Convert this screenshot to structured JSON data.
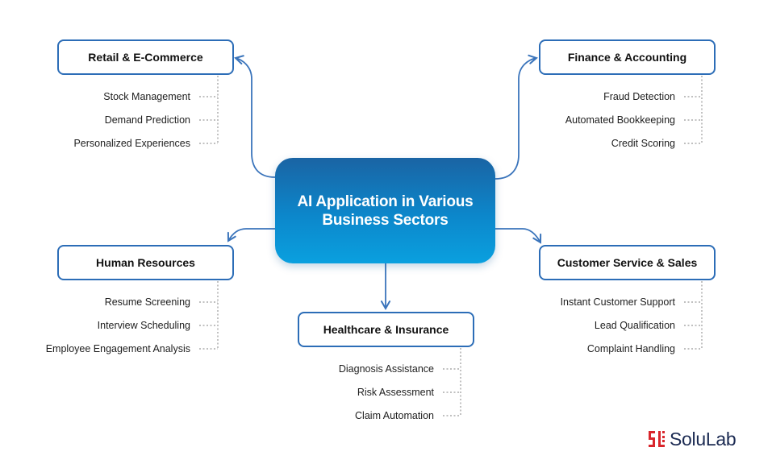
{
  "diagram": {
    "center": {
      "line1": "AI Application in Various",
      "line2": "Business Sectors"
    },
    "branches": [
      {
        "id": "retail",
        "title": "Retail & E-Commerce",
        "items": [
          "Stock Management",
          "Demand Prediction",
          "Personalized Experiences"
        ]
      },
      {
        "id": "finance",
        "title": "Finance & Accounting",
        "items": [
          "Fraud Detection",
          "Automated Bookkeeping",
          "Credit Scoring"
        ]
      },
      {
        "id": "hr",
        "title": "Human Resources",
        "items": [
          "Resume Screening",
          "Interview Scheduling",
          "Employee Engagement Analysis"
        ]
      },
      {
        "id": "healthcare",
        "title": "Healthcare & Insurance",
        "items": [
          "Diagnosis Assistance",
          "Risk Assessment",
          "Claim Automation"
        ]
      },
      {
        "id": "customer",
        "title": "Customer Service & Sales",
        "items": [
          "Instant Customer Support",
          "Lead Qualification",
          "Complaint Handling"
        ]
      }
    ]
  },
  "logo": {
    "text": "SoluLab",
    "icon": "solulab-logo-icon"
  },
  "colors": {
    "accent": "#2c6db7",
    "center_top": "#1a64a4",
    "center_bottom": "#0aa0df",
    "logo_red": "#d9262c",
    "logo_text": "#1b2a52"
  }
}
